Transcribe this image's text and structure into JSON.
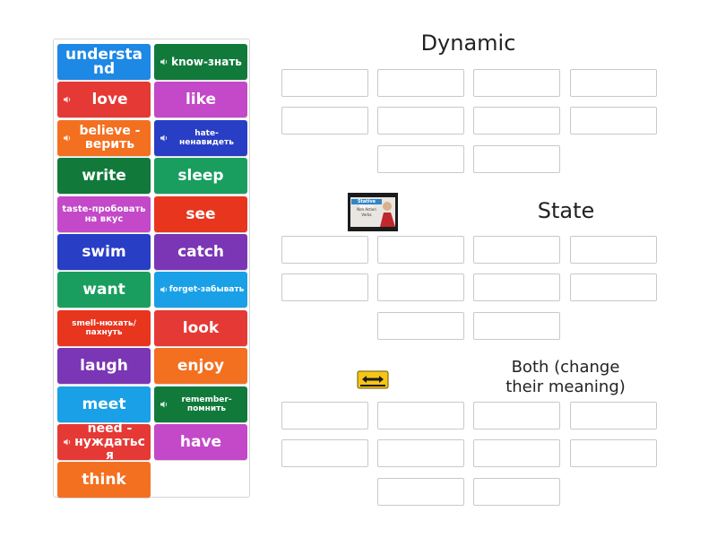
{
  "colors": {
    "blue": "#1e88e5",
    "green": "#1a9e5f",
    "red": "#e53935",
    "magenta": "#c349c9",
    "orange": "#f37021",
    "darkblue": "#283ec5",
    "darkgreen": "#117a3b",
    "scarlet": "#e8351e",
    "purple": "#7a36b5",
    "lightblue": "#1aa0e6"
  },
  "tiles": [
    {
      "label": "understand",
      "color": "#1e88e5",
      "audio": false,
      "size": ""
    },
    {
      "label": "know-знать",
      "color": "#117a3b",
      "audio": true,
      "size": "size-s"
    },
    {
      "label": "love",
      "color": "#e53935",
      "audio": true,
      "size": ""
    },
    {
      "label": "like",
      "color": "#c349c9",
      "audio": false,
      "size": ""
    },
    {
      "label": "believe - верить",
      "color": "#f37021",
      "audio": true,
      "size": "size-m"
    },
    {
      "label": "hate-ненавидеть",
      "color": "#283ec5",
      "audio": true,
      "size": "size-xxs"
    },
    {
      "label": "write",
      "color": "#117a3b",
      "audio": false,
      "size": ""
    },
    {
      "label": "sleep",
      "color": "#1a9e5f",
      "audio": false,
      "size": ""
    },
    {
      "label": "taste-пробовать на вкус",
      "color": "#c349c9",
      "audio": false,
      "size": "size-xs"
    },
    {
      "label": "see",
      "color": "#e8351e",
      "audio": false,
      "size": ""
    },
    {
      "label": "swim",
      "color": "#283ec5",
      "audio": false,
      "size": ""
    },
    {
      "label": "catch",
      "color": "#7a36b5",
      "audio": false,
      "size": ""
    },
    {
      "label": "want",
      "color": "#1a9e5f",
      "audio": false,
      "size": ""
    },
    {
      "label": "forget-забывать",
      "color": "#1aa0e6",
      "audio": true,
      "size": "size-xxs"
    },
    {
      "label": "smell-нюхать/пахнуть",
      "color": "#e8351e",
      "audio": false,
      "size": "size-xxs"
    },
    {
      "label": "look",
      "color": "#e53935",
      "audio": false,
      "size": ""
    },
    {
      "label": "laugh",
      "color": "#7a36b5",
      "audio": false,
      "size": ""
    },
    {
      "label": "enjoy",
      "color": "#f37021",
      "audio": false,
      "size": ""
    },
    {
      "label": "meet",
      "color": "#1aa0e6",
      "audio": false,
      "size": ""
    },
    {
      "label": "remember-помнить",
      "color": "#117a3b",
      "audio": true,
      "size": "size-xxs"
    },
    {
      "label": "need - нуждаться",
      "color": "#e53935",
      "audio": true,
      "size": "size-m"
    },
    {
      "label": "have",
      "color": "#c349c9",
      "audio": false,
      "size": ""
    },
    {
      "label": "think",
      "color": "#f37021",
      "audio": false,
      "size": ""
    }
  ],
  "groups": [
    {
      "title": "Dynamic",
      "slot_count": 10,
      "image": "none"
    },
    {
      "title": "State",
      "slot_count": 10,
      "image": "stative-verbs-thumbnail"
    },
    {
      "title": "Both (change their meaning)",
      "slot_count": 10,
      "image": "road-sign-thumbnail"
    }
  ],
  "thumb_stative": {
    "line1": "Stative Verbs",
    "line2": "Non Action",
    "line3": "Verbs"
  }
}
